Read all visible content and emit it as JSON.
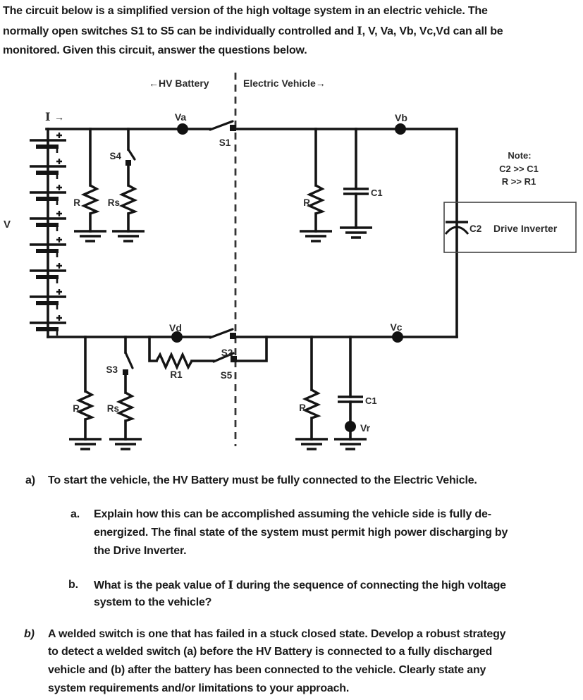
{
  "colors": {
    "ink": "#1a1a1a",
    "wire": "#141414"
  },
  "intro": {
    "line1": "The circuit below is a simplified version of the high voltage system in an electric vehicle. The",
    "line2_pre": "normally open switches S1 to S5 can be individually controlled and ",
    "line2_i": "I",
    "line2_post": ", V, Va, Vb, Vc,Vd can all be",
    "line3": "monitored. Given this circuit, answer the questions below."
  },
  "circuit": {
    "boundary_left": "←HV Battery",
    "boundary_right": "Electric Vehicle→",
    "current_label": "I",
    "current_arrow": "→",
    "pack_voltage_label": "V",
    "nodes": {
      "va": "Va",
      "vb": "Vb",
      "vc": "Vc",
      "vd": "Vd",
      "vr": "Vr"
    },
    "switches": {
      "s1": "S1",
      "s2": "S2",
      "s3": "S3",
      "s4": "S4",
      "s5": "S5"
    },
    "components": {
      "r": "R",
      "rs": "Rs",
      "r1": "R1",
      "c1": "C1",
      "c2": "C2"
    },
    "drive_inverter": "Drive Inverter",
    "note": {
      "title": "Note:",
      "line1": "C2 >> C1",
      "line2": "R >> R1"
    }
  },
  "questions": {
    "qa": {
      "marker": "a)",
      "text": "To start the vehicle, the HV Battery must be fully connected to the Electric Vehicle."
    },
    "qa_a": {
      "marker": "a.",
      "line1": "Explain how this can be accomplished assuming the vehicle side is fully de-",
      "line2": "energized. The final state of the system must permit high power discharging by",
      "line3": "the Drive Inverter."
    },
    "qa_b": {
      "marker": "b.",
      "line1_pre": "What is the peak value of ",
      "line1_i": "I",
      "line1_post": " during the sequence of connecting the high voltage",
      "line2": "system to the vehicle?"
    },
    "qb": {
      "marker": "b)",
      "line1": "A welded switch is one that has failed in a stuck closed state. Develop a robust strategy",
      "line2": "to detect a welded switch (a) before the HV Battery is connected to a fully discharged",
      "line3": "vehicle and (b) after the battery has been connected to the vehicle. Clearly state any",
      "line4": "system requirements and/or limitations to your approach."
    }
  }
}
